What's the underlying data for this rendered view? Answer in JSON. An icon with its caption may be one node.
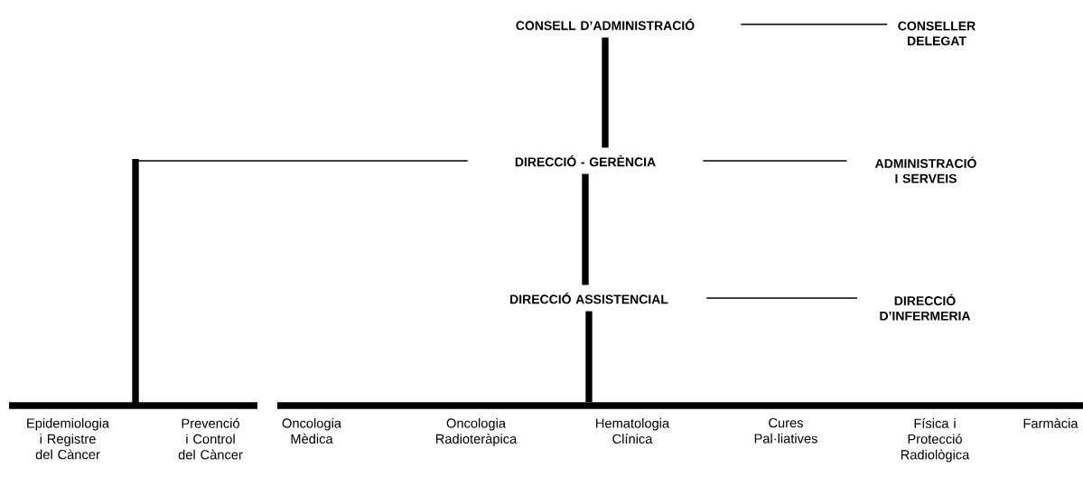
{
  "diagram": {
    "nodes": [
      {
        "text": [
          "CONSELL D’ADMINISTRACIÓ"
        ]
      },
      {
        "text": [
          "CONSELLER DELEGAT"
        ]
      },
      {
        "text": [
          "DIRECCIÓ - GERÈNCIA"
        ]
      },
      {
        "text": [
          "ADMINISTRACIÓ I SERVEIS"
        ]
      },
      {
        "text": [
          "DIRECCIÓ ASSISTENCIAL"
        ]
      },
      {
        "text": [
          "DIRECCIÓ D’INFERMERIA"
        ]
      },
      {
        "text": [],
        "shape": "bar"
      },
      {
        "text": [],
        "shape": "bar"
      }
    ],
    "edges": [
      {
        "from": 0,
        "to": 1,
        "arrow": "none"
      },
      {
        "from": 0,
        "to": 2,
        "arrow": "none",
        "style": "thick"
      },
      {
        "from": 2,
        "to": 3,
        "arrow": "none"
      },
      {
        "from": 2,
        "to": 4,
        "arrow": "none",
        "style": "thick"
      },
      {
        "from": 4,
        "to": 5,
        "arrow": "none"
      },
      {
        "from": 2,
        "to": 6,
        "arrow": "none"
      },
      {
        "from": 4,
        "to": 7,
        "arrow": "none",
        "style": "thick"
      }
    ],
    "labels": [
      "Epidemiologia i Registre del Càncer",
      "Prevenció i Control del Càncer",
      "Oncologia Mèdica",
      "Oncologia Radioteràpica",
      "Hematologia Clínica",
      "Cures Pal·liatives",
      "Física i Protecció Radiològica",
      "Farmàcia"
    ]
  }
}
